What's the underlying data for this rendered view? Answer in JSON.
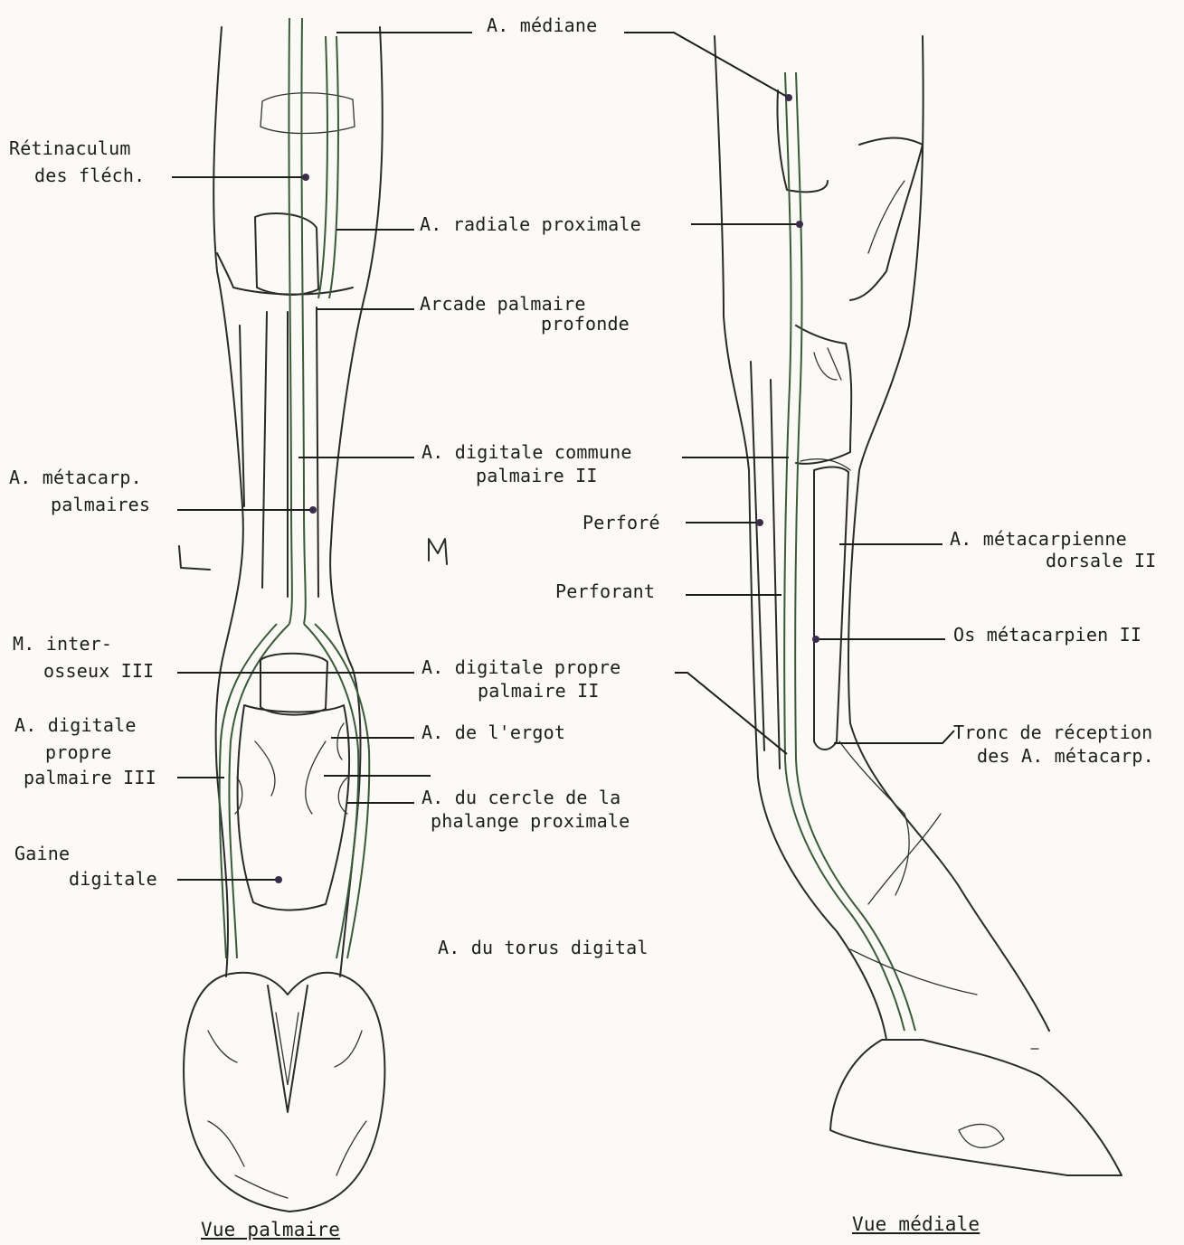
{
  "labels": {
    "a_mediane": "A. médiane",
    "retinaculum_1": "Rétinaculum",
    "retinaculum_2": "des fléch.",
    "radiale_proximale": "A. radiale proximale",
    "arcade_1": "Arcade palmaire",
    "arcade_2": "profonde",
    "metacarp_palm_1": "A. métacarp.",
    "metacarp_palm_2": "palmaires",
    "digitale_commune_1": "A. digitale commune",
    "digitale_commune_2": "palmaire II",
    "perfore": "Perforé",
    "perforant": "Perforant",
    "metacarp_dorsale_1": "A. métacarpienne",
    "metacarp_dorsale_2": "dorsale II",
    "os_metacarpien": "Os métacarpien II",
    "interosseux_1": "M. inter-",
    "interosseux_2": "osseux III",
    "digitale_propre_II_1": "A. digitale propre",
    "digitale_propre_II_2": "palmaire II",
    "digitale_propre_III_1": "A. digitale",
    "digitale_propre_III_2": "propre",
    "digitale_propre_III_3": "palmaire III",
    "ergot": "A. de l'ergot",
    "cercle_1": "A. du cercle de la",
    "cercle_2": "phalange proximale",
    "gaine_1": "Gaine",
    "gaine_2": "digitale",
    "torus": "A. du torus digital",
    "tronc_1": "Tronc de réception",
    "tronc_2": "des A. métacarp.",
    "mark_L": "L",
    "mark_M": "M"
  },
  "captions": {
    "palmaire": "Vue palmaire",
    "mediale": "Vue médiale"
  },
  "colors": {
    "ink": "#2a2a2a",
    "vessel": "#3b5a3a",
    "paper": "#fbfaf6"
  }
}
